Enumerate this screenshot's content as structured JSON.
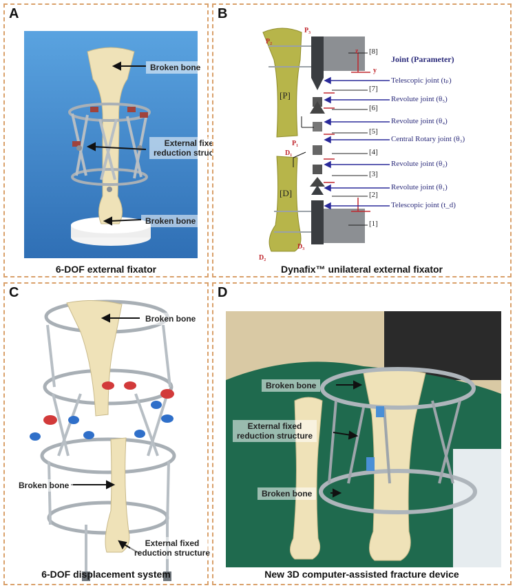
{
  "panels": {
    "a": {
      "label": "A",
      "caption": "6-DOF external fixator",
      "annotations": {
        "broken_bone_top": "Broken bone",
        "structure": "External fixed\nreduction structure",
        "broken_bone_bottom": "Broken bone"
      }
    },
    "b": {
      "label": "B",
      "caption": "Dynafix™ unilateral external fixator",
      "title": "Joint (Parameter)",
      "joints": [
        "Telescopic joint (tₚ)",
        "Revolute joint (θ₅)",
        "Revolute joint (θ₄)",
        "Central Rotary joint (θ₃)",
        "Revolute joint (θ₂)",
        "Revolute joint (θ₁)",
        "Telescopic joint (t_d)"
      ],
      "numbers": [
        "[8]",
        "[7]",
        "[6]",
        "[5]",
        "[4]",
        "[3]",
        "[2]",
        "[1]"
      ],
      "segments": {
        "proximal": "[P]",
        "distal": "[D]"
      },
      "points": {
        "p3": "P₃",
        "p1": "P₁",
        "p2": "P₂",
        "d1": "D₁",
        "d2": "D₂",
        "d3": "D₃"
      },
      "axis": {
        "y": "y",
        "z": "z"
      }
    },
    "c": {
      "label": "C",
      "caption": "6-DOF displacement system",
      "annotations": {
        "broken_bone_top": "Broken bone",
        "broken_bone_mid": "Broken bone",
        "structure": "External fixed\nreduction structure"
      }
    },
    "d": {
      "label": "D",
      "caption": "New 3D computer-assisted fracture device",
      "annotations": {
        "broken_bone_top": "Broken bone",
        "structure": "External fixed\nreduction structure",
        "broken_bone_bottom": "Broken bone"
      }
    }
  },
  "colors": {
    "border": "#d9a06a",
    "bone": "#efe2b8",
    "sky": "#4a8fd0",
    "metal": "#9aa3ab",
    "red_ring": "#d23a3a",
    "blue_ring": "#2f6fc9",
    "joint_text": "#2a2a7a",
    "drape": "#1f6a4e"
  }
}
